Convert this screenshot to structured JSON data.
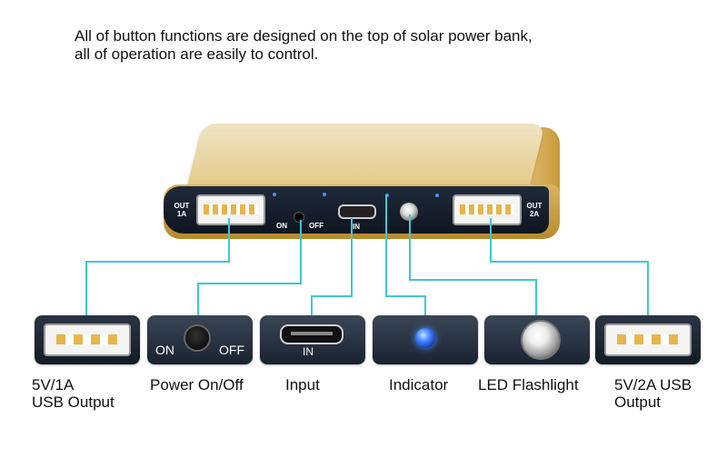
{
  "caption": {
    "line1": "All of button functions are designed on the top of solar power bank,",
    "line2": "all of operation are easily to control."
  },
  "device": {
    "out1_line1": "OUT",
    "out1_line2": "1A",
    "out2_line1": "OUT",
    "out2_line2": "2A",
    "on": "ON",
    "off": "OFF",
    "in": "IN"
  },
  "tiles": [
    {
      "line1": "5V/1A",
      "line2": "USB Output"
    },
    {
      "line1": "Power On/Off",
      "on": "ON",
      "off": "OFF"
    },
    {
      "line1": "Input",
      "in": "IN"
    },
    {
      "line1": "Indicator"
    },
    {
      "line1": "LED Flashlight"
    },
    {
      "line1": "5V/2A USB",
      "line2": "Output"
    }
  ],
  "colors": {
    "connector": "#3fc6d6",
    "gold": "#d9b562",
    "panel": "#1a2230"
  }
}
